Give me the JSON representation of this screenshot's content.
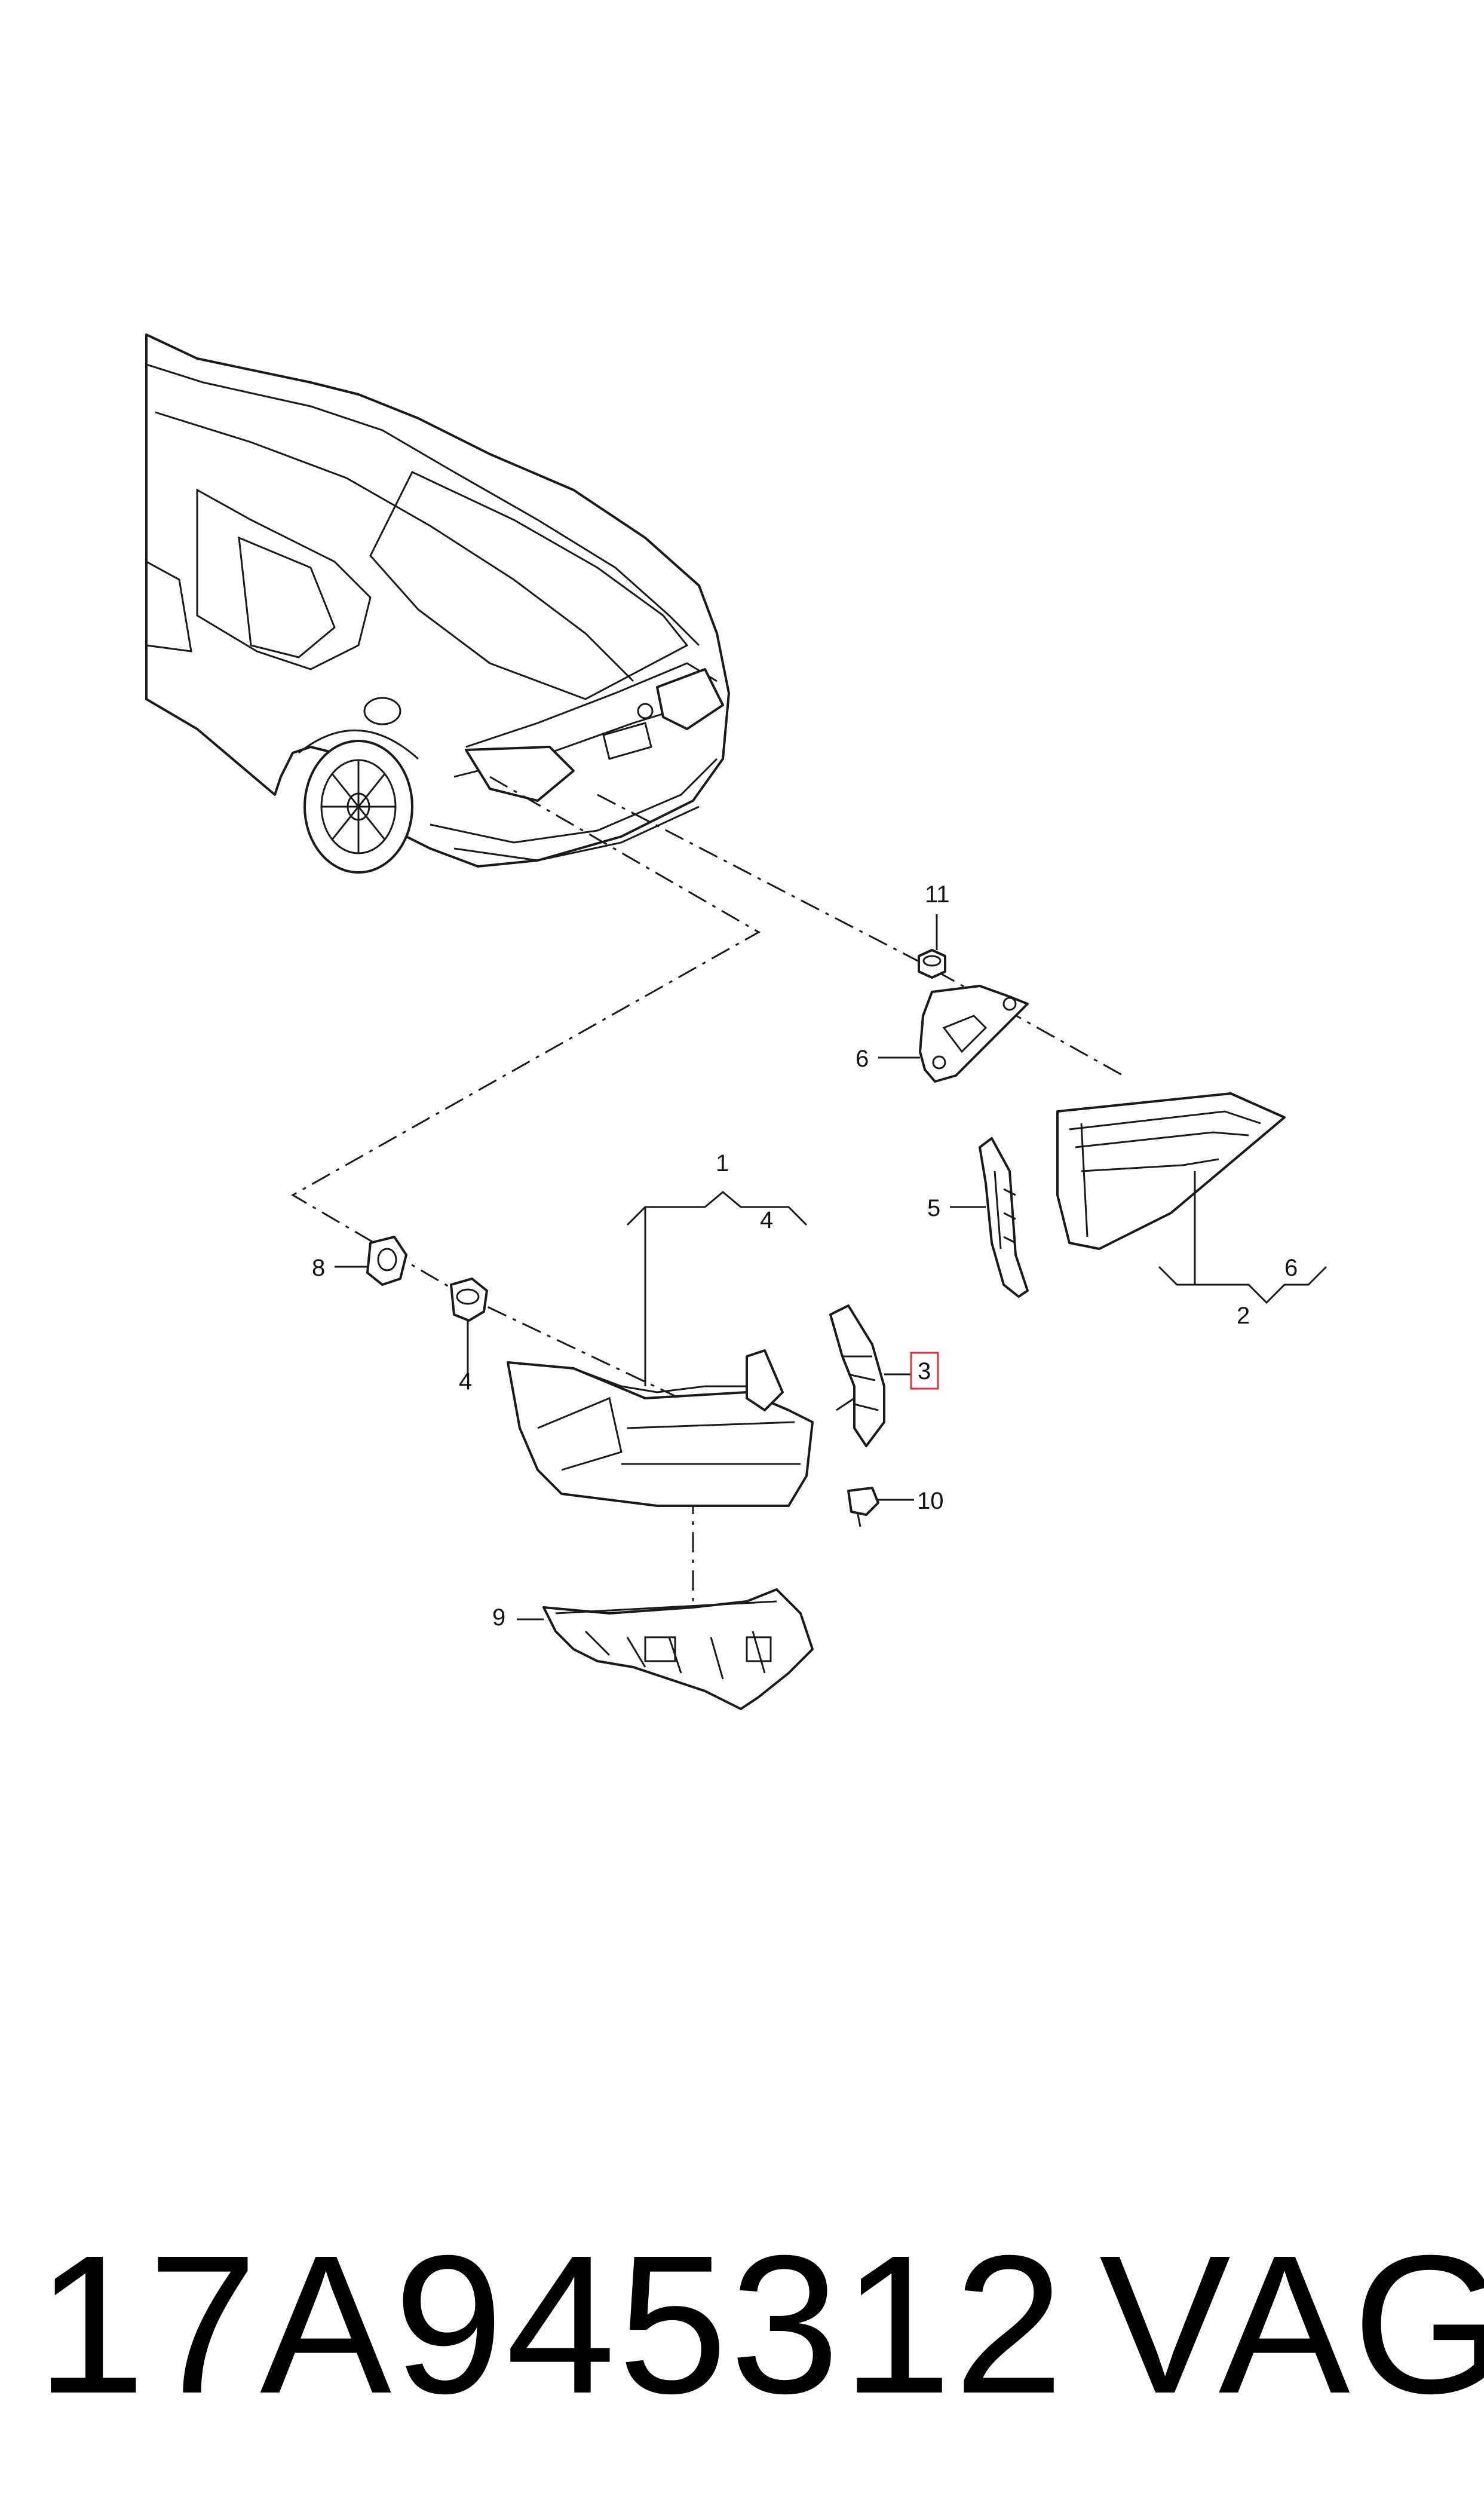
{
  "callouts": {
    "c1": "1",
    "c2": "2",
    "c3": "3",
    "c4a": "4",
    "c4b": "4",
    "c5": "5",
    "c6a": "6",
    "c6b": "6",
    "c8": "8",
    "c9": "9",
    "c10": "10",
    "c11": "11"
  },
  "highlighted_callout": "3",
  "highlight_color": "#e0303c",
  "footer": {
    "part_number": "17A945312",
    "brand": "VAG"
  }
}
